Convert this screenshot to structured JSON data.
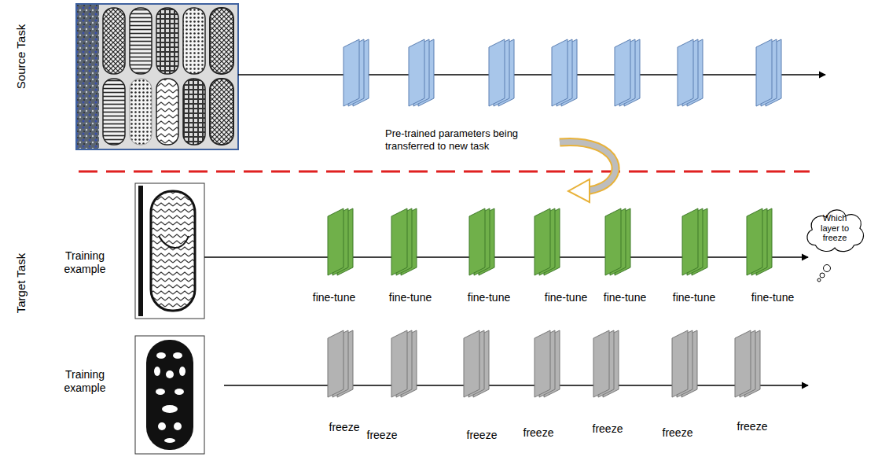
{
  "diagram": {
    "nodes": [
      {
        "text": [
          "Which layer to freeze"
        ]
      }
    ],
    "labels": [
      "Source Task",
      "Pre-trained parameters being transferred to new task",
      "Target Task",
      "Training example",
      "fine-tune",
      "fine-tune",
      "fine-tune",
      "fine-tune",
      "fine-tune",
      "fine-tune",
      "fine-tune",
      "Training example",
      "freeze",
      "freeze",
      "freeze",
      "freeze",
      "freeze",
      "freeze",
      "freeze"
    ]
  }
}
